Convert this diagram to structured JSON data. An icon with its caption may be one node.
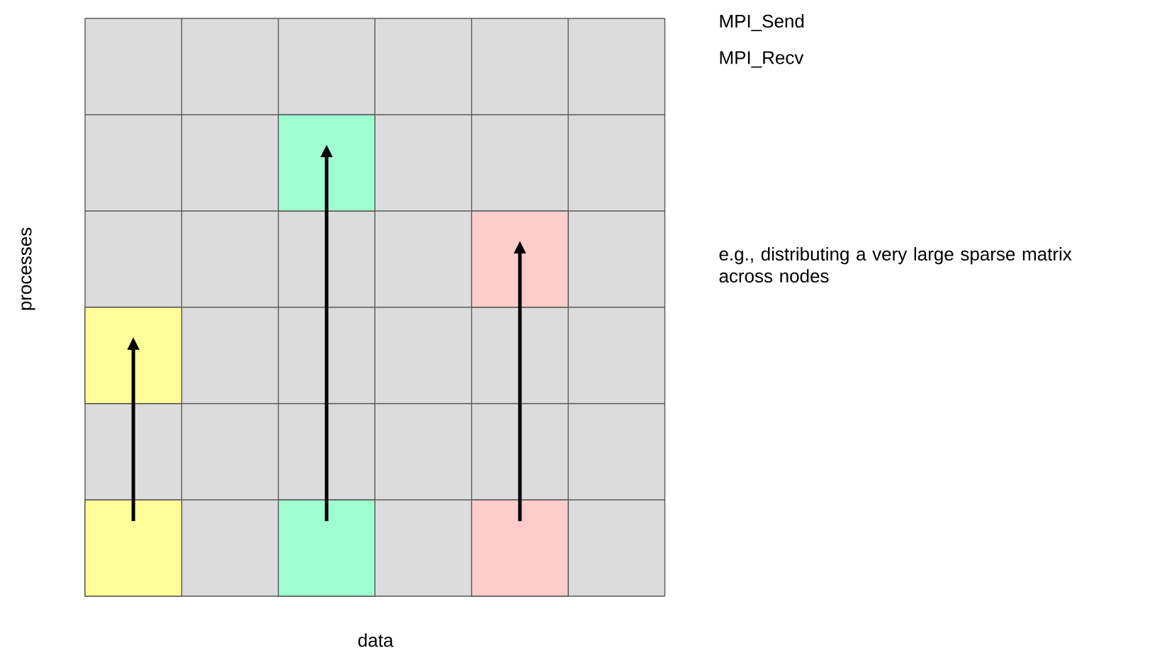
{
  "diagram": {
    "nodes": [
      {
        "text": [],
        "shape": "box"
      },
      {
        "text": [],
        "shape": "box"
      },
      {
        "text": [],
        "shape": "box"
      },
      {
        "text": [],
        "shape": "box"
      },
      {
        "text": [],
        "shape": "box"
      },
      {
        "text": [],
        "shape": "box"
      }
    ],
    "edges": [
      {
        "from": 3,
        "to": 2,
        "arrow": "to"
      },
      {
        "from": 4,
        "to": 0,
        "arrow": "to"
      },
      {
        "from": 5,
        "to": 1,
        "arrow": "to"
      }
    ],
    "labels": [
      "MPI_Send",
      "MPI_Recv",
      "e.g., distributing a very large sparse matrix across nodes",
      "processes",
      "data"
    ]
  }
}
